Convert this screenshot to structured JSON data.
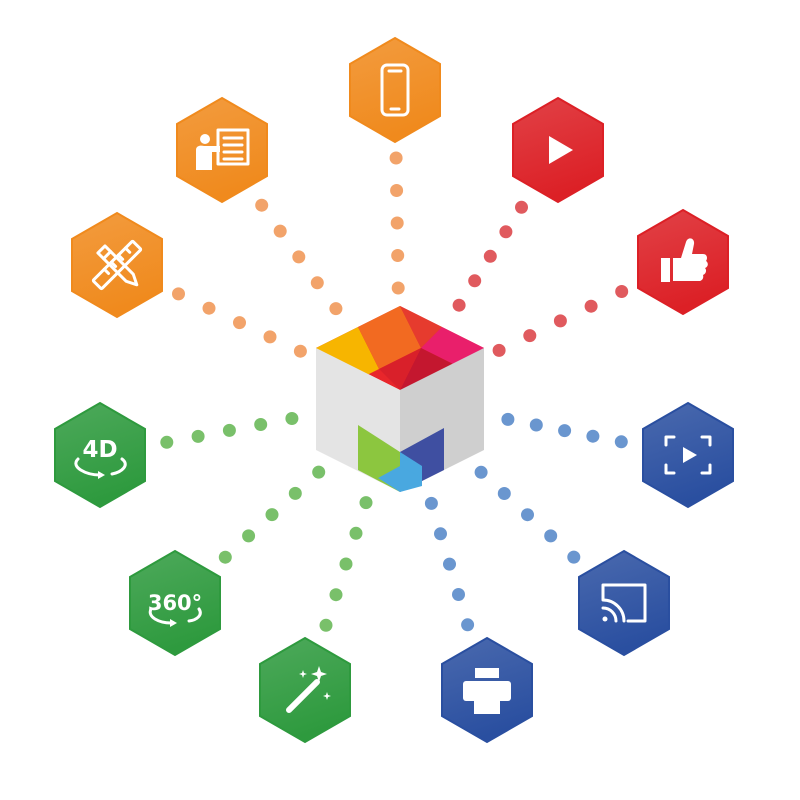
{
  "hub": {
    "icon": "multi-color-cube-logo-icon",
    "colors": [
      "#f7b500",
      "#f26a21",
      "#e8262b",
      "#c4172f",
      "#e91f6b",
      "#8cc63f",
      "#3f4fa1",
      "#49a8e0"
    ]
  },
  "nodes": [
    {
      "id": "smartphone",
      "icon": "smartphone-icon",
      "color": "#f08a1d",
      "dots": "#f2a36a"
    },
    {
      "id": "play",
      "icon": "play-icon",
      "color": "#dc2026",
      "dots": "#e05a5e"
    },
    {
      "id": "like",
      "icon": "thumbs-up-icon",
      "color": "#dc2026",
      "dots": "#e05a5e"
    },
    {
      "id": "video-frame",
      "icon": "video-frame-icon",
      "color": "#2a4fa0",
      "dots": "#6a96cf"
    },
    {
      "id": "cast",
      "icon": "cast-icon",
      "color": "#2a4fa0",
      "dots": "#6a96cf"
    },
    {
      "id": "printer",
      "icon": "printer-icon",
      "color": "#2a4fa0",
      "dots": "#6a96cf"
    },
    {
      "id": "magic",
      "icon": "magic-wand-icon",
      "color": "#2e9a3e",
      "dots": "#79c06a"
    },
    {
      "id": "360",
      "icon": "rotate-360-icon",
      "color": "#2e9a3e",
      "dots": "#79c06a",
      "label": "360°"
    },
    {
      "id": "4d",
      "icon": "rotate-4d-icon",
      "color": "#2e9a3e",
      "dots": "#79c06a",
      "label": "4D"
    },
    {
      "id": "design",
      "icon": "pencil-ruler-icon",
      "color": "#f08a1d",
      "dots": "#f2a36a"
    },
    {
      "id": "presentation",
      "icon": "presentation-icon",
      "color": "#f08a1d",
      "dots": "#f2a36a"
    }
  ]
}
